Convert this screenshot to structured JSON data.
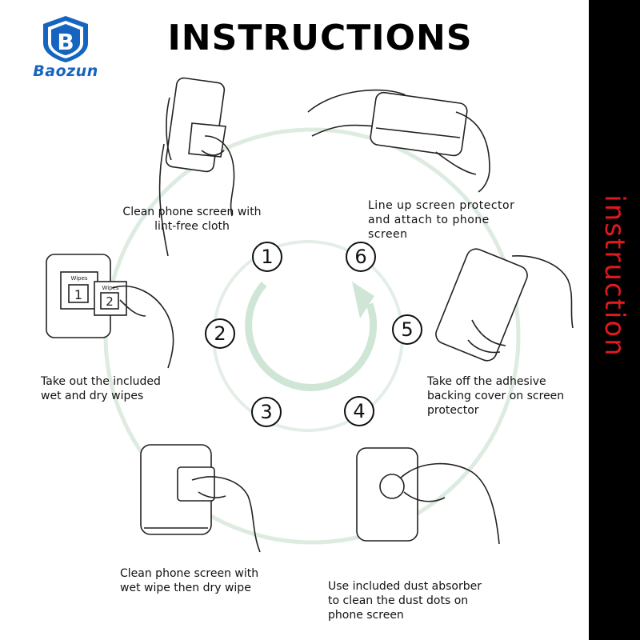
{
  "brand": {
    "name": "Baozun",
    "mark": "B",
    "color": "#1565c0"
  },
  "title": "INSTRUCTIONS",
  "side_label": "instruction",
  "colors": {
    "accent": "#e0191e",
    "ring": "#d9e9dd",
    "arrow": "#cfe6d6"
  },
  "steps": [
    {
      "number": "1",
      "caption": "Clean phone screen with\nlint-free cloth"
    },
    {
      "number": "2",
      "caption": "Take out the included\nwet and dry wipes"
    },
    {
      "number": "3",
      "caption": "Clean phone screen with\nwet wipe then dry wipe"
    },
    {
      "number": "4",
      "caption": "Use included dust absorber\nto clean the dust dots on\nphone screen"
    },
    {
      "number": "5",
      "caption": "Take off the adhesive\nbacking cover on screen\nprotector"
    },
    {
      "number": "6",
      "caption": "Line up screen protector\nand attach to phone\nscreen"
    }
  ],
  "wipes": {
    "label": "Wipes",
    "wet_number": "1",
    "dry_number": "2"
  }
}
